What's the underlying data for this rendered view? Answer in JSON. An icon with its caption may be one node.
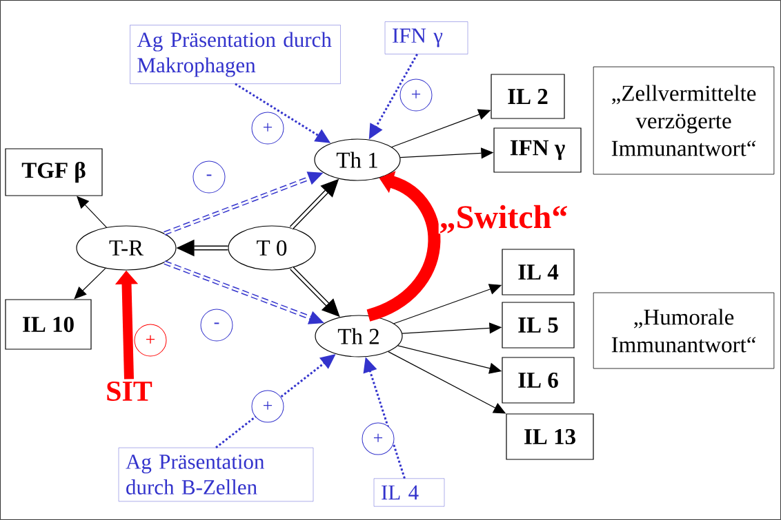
{
  "diagram": {
    "nodes": [
      {
        "text": [
          "Ag Präsentation durch Makrophagen"
        ]
      },
      {
        "text": [
          "IFN γ"
        ]
      },
      {
        "text": [
          "IL 2"
        ]
      },
      {
        "text": [
          "IFN γ"
        ]
      },
      {
        "text": [
          "„Zellvermittelte verzögerte Immunantwort“"
        ]
      },
      {
        "text": [
          "TGF β"
        ]
      },
      {
        "text": [
          "Th 1"
        ]
      },
      {
        "text": [
          "T-R"
        ]
      },
      {
        "text": [
          "T 0"
        ]
      },
      {
        "text": [
          "IL 10"
        ]
      },
      {
        "text": [
          "Th 2"
        ]
      },
      {
        "text": [
          "IL 4"
        ]
      },
      {
        "text": [
          "IL 5"
        ]
      },
      {
        "text": [
          "„Humorale Immunantwort“"
        ]
      },
      {
        "text": [
          "IL 6"
        ]
      },
      {
        "text": [
          "IL 13"
        ]
      },
      {
        "text": [
          "Ag Präsentation durch B-Zellen"
        ]
      },
      {
        "text": [
          "IL 4"
        ]
      },
      {
        "text": [
          "SIT"
        ]
      }
    ],
    "edges": [
      {
        "from": 0,
        "to": 6,
        "arrow": "to",
        "style": "dashed",
        "color": "#3333cc",
        "label": "+"
      },
      {
        "from": 1,
        "to": 6,
        "arrow": "to",
        "style": "dashed",
        "color": "#3333cc",
        "label": "+"
      },
      {
        "from": 6,
        "to": 2,
        "arrow": "to"
      },
      {
        "from": 6,
        "to": 3,
        "arrow": "to"
      },
      {
        "from": 7,
        "to": 5,
        "arrow": "to"
      },
      {
        "from": 7,
        "to": 9,
        "arrow": "to"
      },
      {
        "from": 8,
        "to": 7,
        "arrow": "to",
        "style": "thick"
      },
      {
        "from": 8,
        "to": 6,
        "arrow": "to",
        "style": "thick"
      },
      {
        "from": 8,
        "to": 10,
        "arrow": "to",
        "style": "thick"
      },
      {
        "from": 7,
        "to": 6,
        "arrow": "to",
        "style": "dashed",
        "color": "#3333cc",
        "label": "-"
      },
      {
        "from": 7,
        "to": 10,
        "arrow": "to",
        "style": "dashed",
        "color": "#3333cc",
        "label": "-"
      },
      {
        "from": 10,
        "to": 11,
        "arrow": "to"
      },
      {
        "from": 10,
        "to": 12,
        "arrow": "to"
      },
      {
        "from": 10,
        "to": 14,
        "arrow": "to"
      },
      {
        "from": 10,
        "to": 15,
        "arrow": "to"
      },
      {
        "from": 10,
        "to": 6,
        "arrow": "to",
        "style": "thick",
        "color": "#ff0000",
        "label": "„Switch“"
      },
      {
        "from": 16,
        "to": 10,
        "arrow": "to",
        "style": "dashed",
        "color": "#3333cc",
        "label": "+"
      },
      {
        "from": 17,
        "to": 10,
        "arrow": "to",
        "style": "dashed",
        "color": "#3333cc",
        "label": "+"
      },
      {
        "from": 18,
        "to": 7,
        "arrow": "to",
        "style": "thick",
        "color": "#ff0000",
        "label": "+"
      }
    ]
  }
}
